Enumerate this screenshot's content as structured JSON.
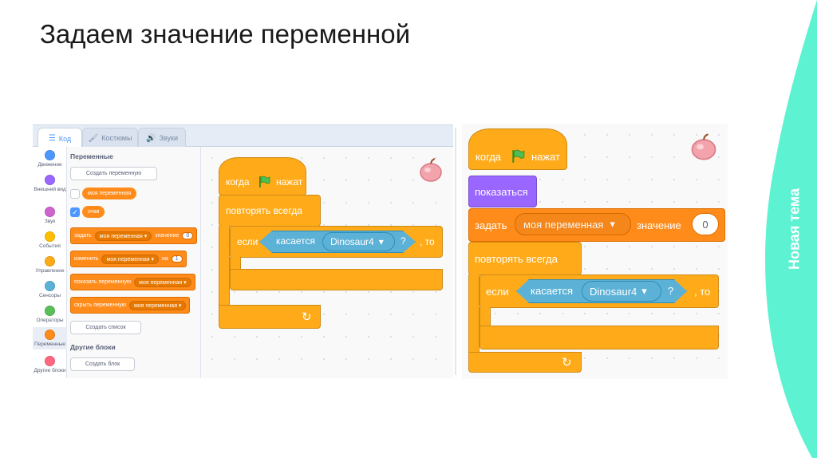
{
  "slide": {
    "title": "Задаем значение переменной",
    "side_text": "Новая тема"
  },
  "colors": {
    "accent_teal": "#5cf2d2",
    "motion": "#4c97ff",
    "looks": "#9966ff",
    "sound": "#cf63cf",
    "events": "#ffbf00",
    "control": "#ffab19",
    "sensing": "#5cb1d6",
    "operators": "#59c059",
    "variables": "#ff8c1a",
    "myblocks": "#ff6680"
  },
  "editor": {
    "tabs": [
      {
        "label": "Код",
        "icon": "code-icon"
      },
      {
        "label": "Костюмы",
        "icon": "brush-icon"
      },
      {
        "label": "Звуки",
        "icon": "speaker-icon"
      }
    ],
    "categories": [
      {
        "label": "Движение",
        "color": "#4c97ff"
      },
      {
        "label": "Внешний вид",
        "color": "#9966ff"
      },
      {
        "label": "Звук",
        "color": "#cf63cf"
      },
      {
        "label": "События",
        "color": "#ffbf00"
      },
      {
        "label": "Управление",
        "color": "#ffab19"
      },
      {
        "label": "Сенсоры",
        "color": "#5cb1d6"
      },
      {
        "label": "Операторы",
        "color": "#59c059"
      },
      {
        "label": "Переменные",
        "color": "#ff8c1a"
      },
      {
        "label": "Другие блоки",
        "color": "#ff6680"
      }
    ],
    "palette": {
      "variables_heading": "Переменные",
      "create_variable": "Создать переменную",
      "var_reporters": [
        "моя переменная",
        "очки"
      ],
      "blocks": [
        {
          "parts": [
            "задать",
            "моя переменная",
            "значение",
            "0"
          ]
        },
        {
          "parts": [
            "изменить",
            "моя переменная",
            "на",
            "1"
          ]
        },
        {
          "parts": [
            "показать переменную",
            "моя переменная"
          ]
        },
        {
          "parts": [
            "скрыть переменную",
            "моя переменная"
          ]
        }
      ],
      "create_list": "Создать список",
      "other_heading": "Другие блоки",
      "create_block": "Создать блок"
    },
    "script": {
      "hat": [
        "когда",
        "нажат"
      ],
      "forever": "повторять всегда",
      "if_label": "если",
      "touching": "касается",
      "target": "Dinosaur4",
      "question": "?",
      "then": ", то"
    }
  },
  "snippet": {
    "hat": [
      "когда",
      "нажат"
    ],
    "show": "показаться",
    "set_block": {
      "label": "задать",
      "variable": "моя переменная",
      "to_label": "значение",
      "value": "0"
    },
    "forever": "повторять всегда",
    "if_label": "если",
    "touching": "касается",
    "target": "Dinosaur4",
    "question": "?",
    "then": ", то"
  }
}
